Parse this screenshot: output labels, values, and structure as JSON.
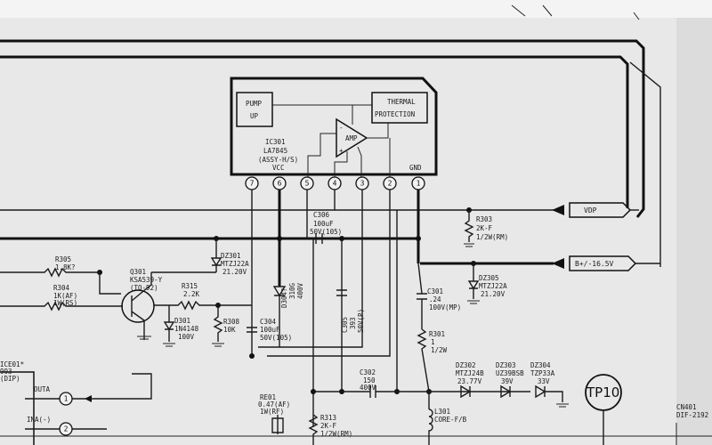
{
  "ic": {
    "pump_up": [
      "PUMP",
      "UP"
    ],
    "thermal": [
      "THERMAL",
      "PROTECTION"
    ],
    "name": [
      "IC301",
      "LA7845",
      "(ASSY-H/S)"
    ],
    "amp": "AMP",
    "minus": "-",
    "plus": "+",
    "vcc": "VCC",
    "gnd": "GND",
    "pins": [
      "7",
      "6",
      "5",
      "4",
      "3",
      "2",
      "1"
    ]
  },
  "nets": {
    "vdp": "VDP",
    "bplus": "B+/-16.5V"
  },
  "parts": {
    "c306": [
      "C306",
      "100uF",
      "50V(105)"
    ],
    "r303": [
      "R303",
      "2K-F",
      "1/2W(RM)"
    ],
    "dz301": [
      "DZ301",
      "MTZJ22A",
      "21.20V"
    ],
    "r305": [
      "R305",
      "1.8K?"
    ],
    "r304": [
      "R304",
      "1K(AF)",
      "1W(RS)"
    ],
    "q301": [
      "Q301",
      "KSA539-Y",
      "(TO-92)"
    ],
    "r315": [
      "R315",
      "2.2K"
    ],
    "d301": [
      "D301",
      "1N4148",
      "100V"
    ],
    "r308": [
      "R308",
      "10K"
    ],
    "d30x": [
      "D304?",
      "310G",
      "400V"
    ],
    "c305": [
      "C305",
      "393",
      "50V(P)"
    ],
    "c304": [
      "C304",
      "100uF",
      "50V(105)"
    ],
    "dz305": [
      "DZ305",
      "MTZJ22A",
      "21.20V"
    ],
    "c301": [
      "C301",
      ".24",
      "100V(MP)"
    ],
    "r301": [
      "R301",
      "1",
      "1/2W"
    ],
    "c302": [
      "C302",
      "150",
      "400V"
    ],
    "dz302": [
      "DZ302",
      "MTZJ24B",
      "23.77V"
    ],
    "dz303": [
      "DZ303",
      "UZ39BSB",
      "39V"
    ],
    "dz304": [
      "DZ304",
      "TZP33A",
      "33V"
    ],
    "re01": [
      "RE01",
      "0.47(AF)",
      "1W(RF)"
    ],
    "r313": [
      "R313",
      "2K-F",
      "1/2W(RM)"
    ],
    "l301": [
      "L301",
      "CORE-F/B"
    ],
    "ice01": [
      "ICE01*",
      "993",
      "(DIP)"
    ],
    "outa": "OUTA",
    "ina": "INA(-)",
    "pin1": "1",
    "pin2": "2"
  },
  "tp10": "TP10",
  "cn401": [
    "CN401",
    "DIF-2192"
  ]
}
